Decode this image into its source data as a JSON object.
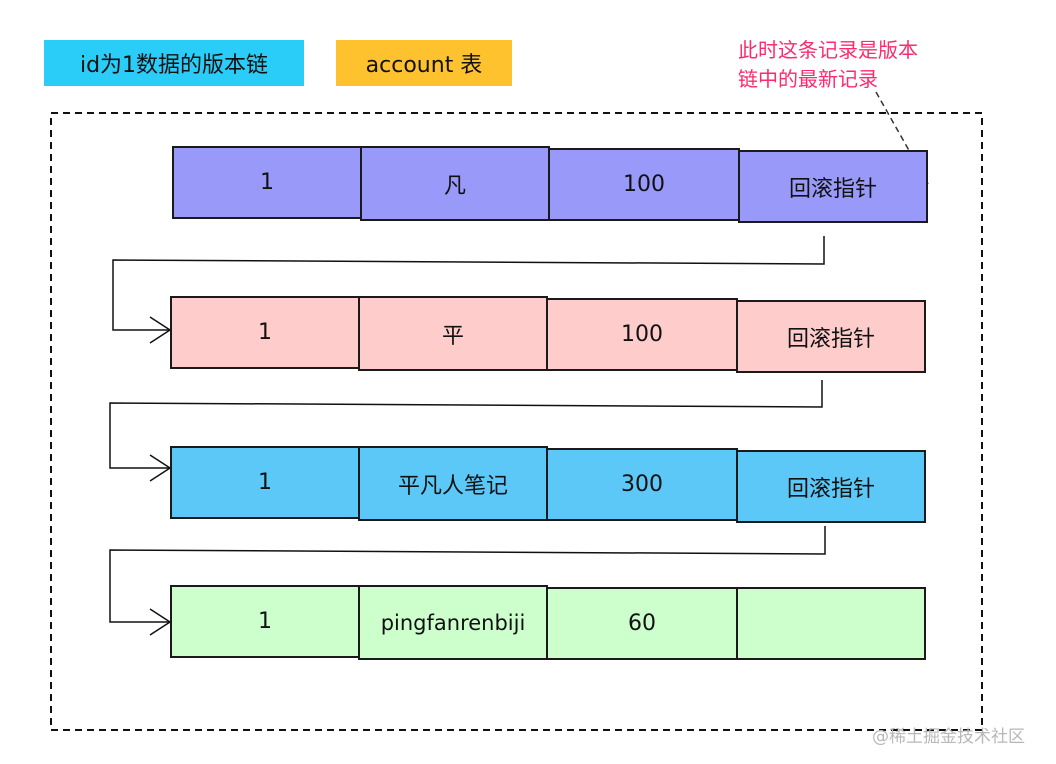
{
  "legend": {
    "version_chain": {
      "label": "id为1数据的版本链",
      "color": "#29cdf7"
    },
    "account": {
      "label": "account 表",
      "color": "#fec22e"
    }
  },
  "note": {
    "line1": "此时这条记录是版本",
    "line2": "链中的最新记录",
    "color": "#ff2a6d"
  },
  "records": [
    {
      "id": "1",
      "name": "凡",
      "balance": "100",
      "pointer": "回滚指针",
      "color": "#9999fa"
    },
    {
      "id": "1",
      "name": "平",
      "balance": "100",
      "pointer": "回滚指针",
      "color": "#ffcccc"
    },
    {
      "id": "1",
      "name": "平凡人笔记",
      "balance": "300",
      "pointer": "回滚指针",
      "color": "#5cc8f7"
    },
    {
      "id": "1",
      "name": "pingfanrenbiji",
      "balance": "60",
      "pointer": "",
      "color": "#ccffcc"
    }
  ],
  "watermark": "@稀土掘金技术社区"
}
